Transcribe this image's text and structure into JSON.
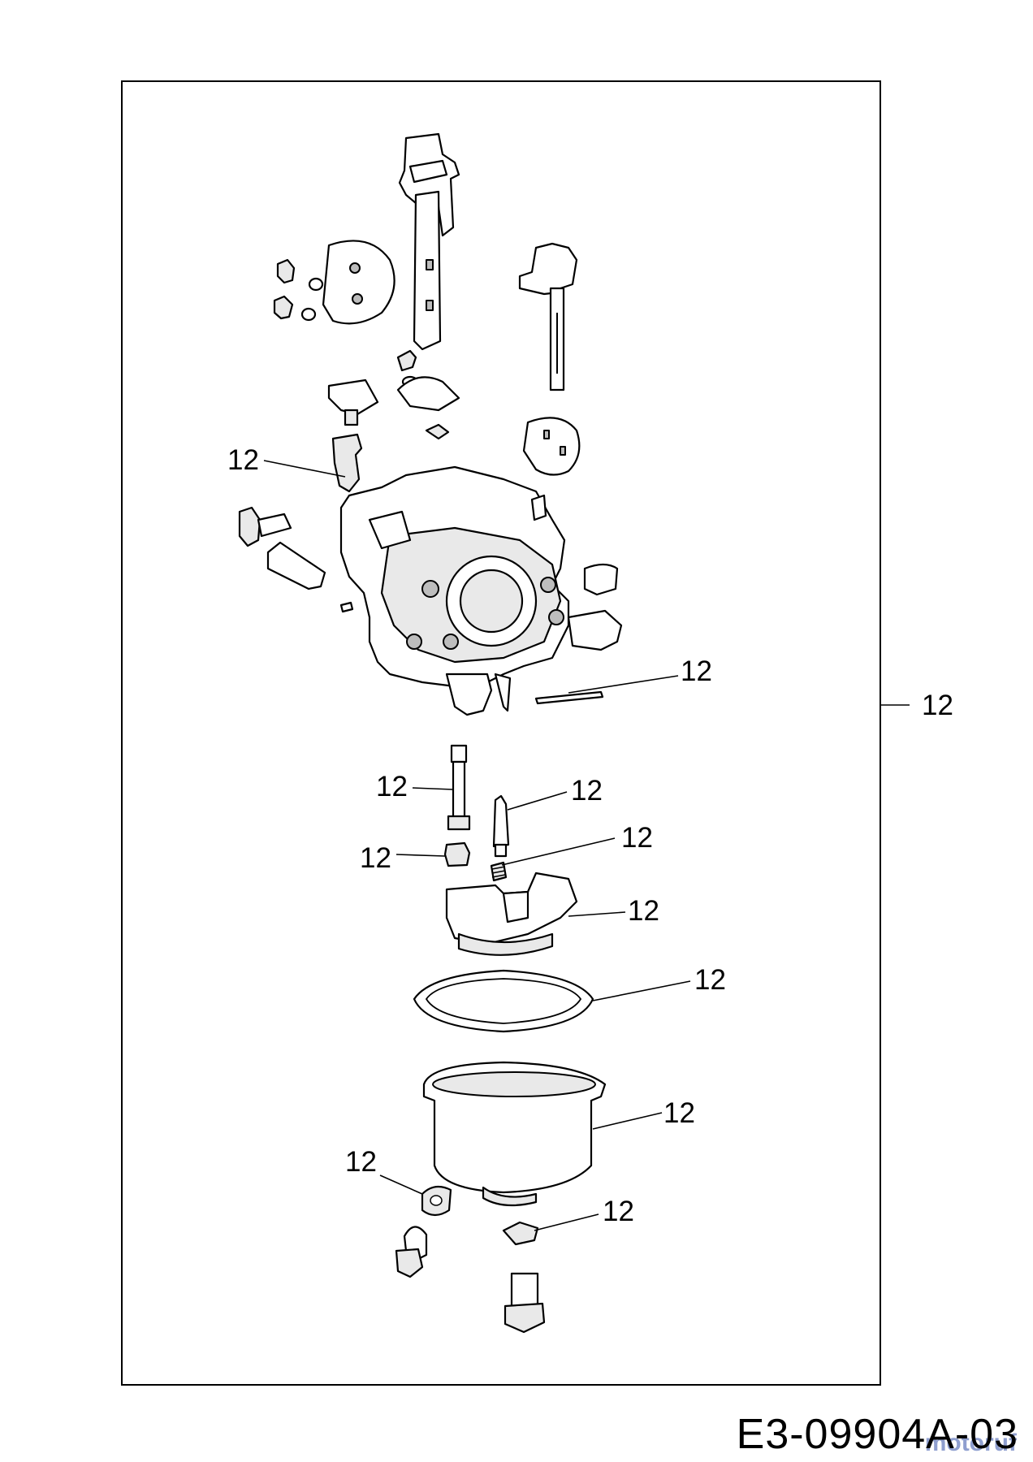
{
  "diagram": {
    "callout_label": "12",
    "document_code": "E3-09904A-03",
    "watermark": "motoruf"
  }
}
